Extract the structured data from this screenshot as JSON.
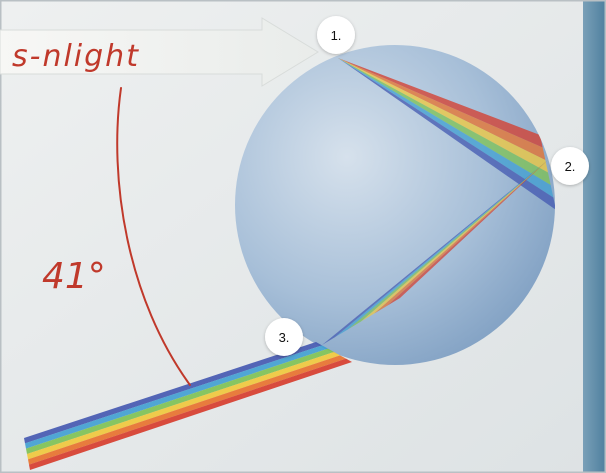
{
  "diagram": {
    "handwritten": {
      "sunlight_label": "s-nlight",
      "angle_label": "41°"
    },
    "markers": [
      {
        "id": "entry",
        "label": "1."
      },
      {
        "id": "reflection",
        "label": "2."
      },
      {
        "id": "exit",
        "label": "3."
      }
    ],
    "colors": {
      "page_background": "#e8ebec",
      "photo_backdrop": "#5a8aa8",
      "droplet": "#8fb0cf",
      "sunlight_arrow": "#f2f2f0",
      "annotation_ink": "#c0392b",
      "marker_fill": "#ffffff"
    },
    "spectrum": [
      "#d63a2a",
      "#e8702a",
      "#f0c83a",
      "#7cc152",
      "#3f9fd2",
      "#4257b0"
    ]
  }
}
